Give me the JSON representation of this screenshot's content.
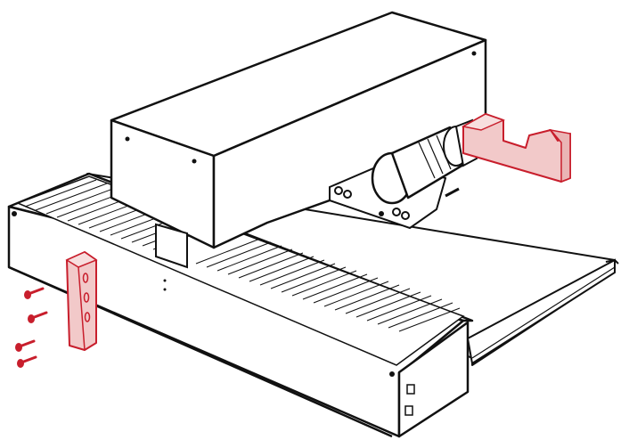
{
  "diagram": {
    "line_color": "#111111",
    "fill_color": "#ffffff",
    "highlight_stroke": "#c81e2c",
    "highlight_fill": "#f2c9c9",
    "screw_color": "#c81e2c",
    "screw_count": 4,
    "parts": [
      "laser-head-housing",
      "base-chassis",
      "slatted-cutting-bed",
      "lens-tube-assembly",
      "right-mounting-bracket-highlight",
      "left-mounting-bracket-highlight",
      "mounting-screws"
    ]
  }
}
